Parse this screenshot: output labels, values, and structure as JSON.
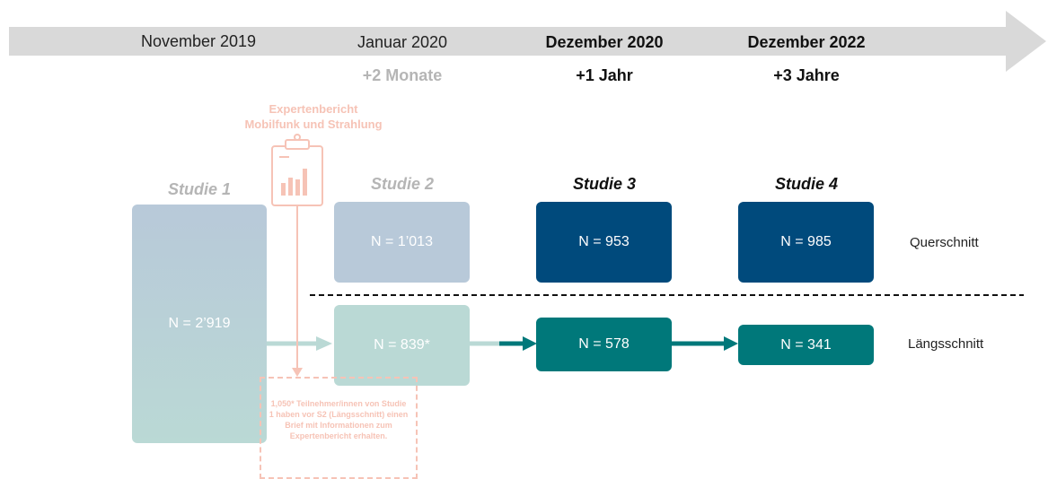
{
  "timeline": {
    "dates": [
      "November 2019",
      "Januar 2020",
      "Dezember 2020",
      "Dezember 2022"
    ],
    "offsets": [
      "+2 Monate",
      "+1 Jahr",
      "+3 Jahre"
    ]
  },
  "expert_report": {
    "line1": "Expertenbericht",
    "line2": "Mobilfunk und Strahlung",
    "icon": "clipboard-chart-icon"
  },
  "studies": [
    "Studie 1",
    "Studie 2",
    "Studie 3",
    "Studie 4"
  ],
  "boxes": {
    "s1": "N = 2’919",
    "s2_quer": "N = 1’013",
    "s3_quer": "N = 953",
    "s4_quer": "N = 985",
    "s2_laengs": "N = 839*",
    "s3_laengs": "N = 578",
    "s4_laengs": "N = 341"
  },
  "row_labels": {
    "quer": "Querschnitt",
    "laengs": "Längsschnitt"
  },
  "note": "1,050* Teilnehmer/innen von Studie 1 haben vor S2 (Längsschnitt) einen Brief mit Informationen zum Expertenbericht erhalten.",
  "colors": {
    "timeline": "#d9d9d9",
    "light_blue": "#b8c9d9",
    "dark_blue": "#004a7c",
    "light_teal": "#bad9d5",
    "teal": "#00787a",
    "salmon": "#f6c3b6",
    "light_gray_text": "#b5b5b5"
  }
}
